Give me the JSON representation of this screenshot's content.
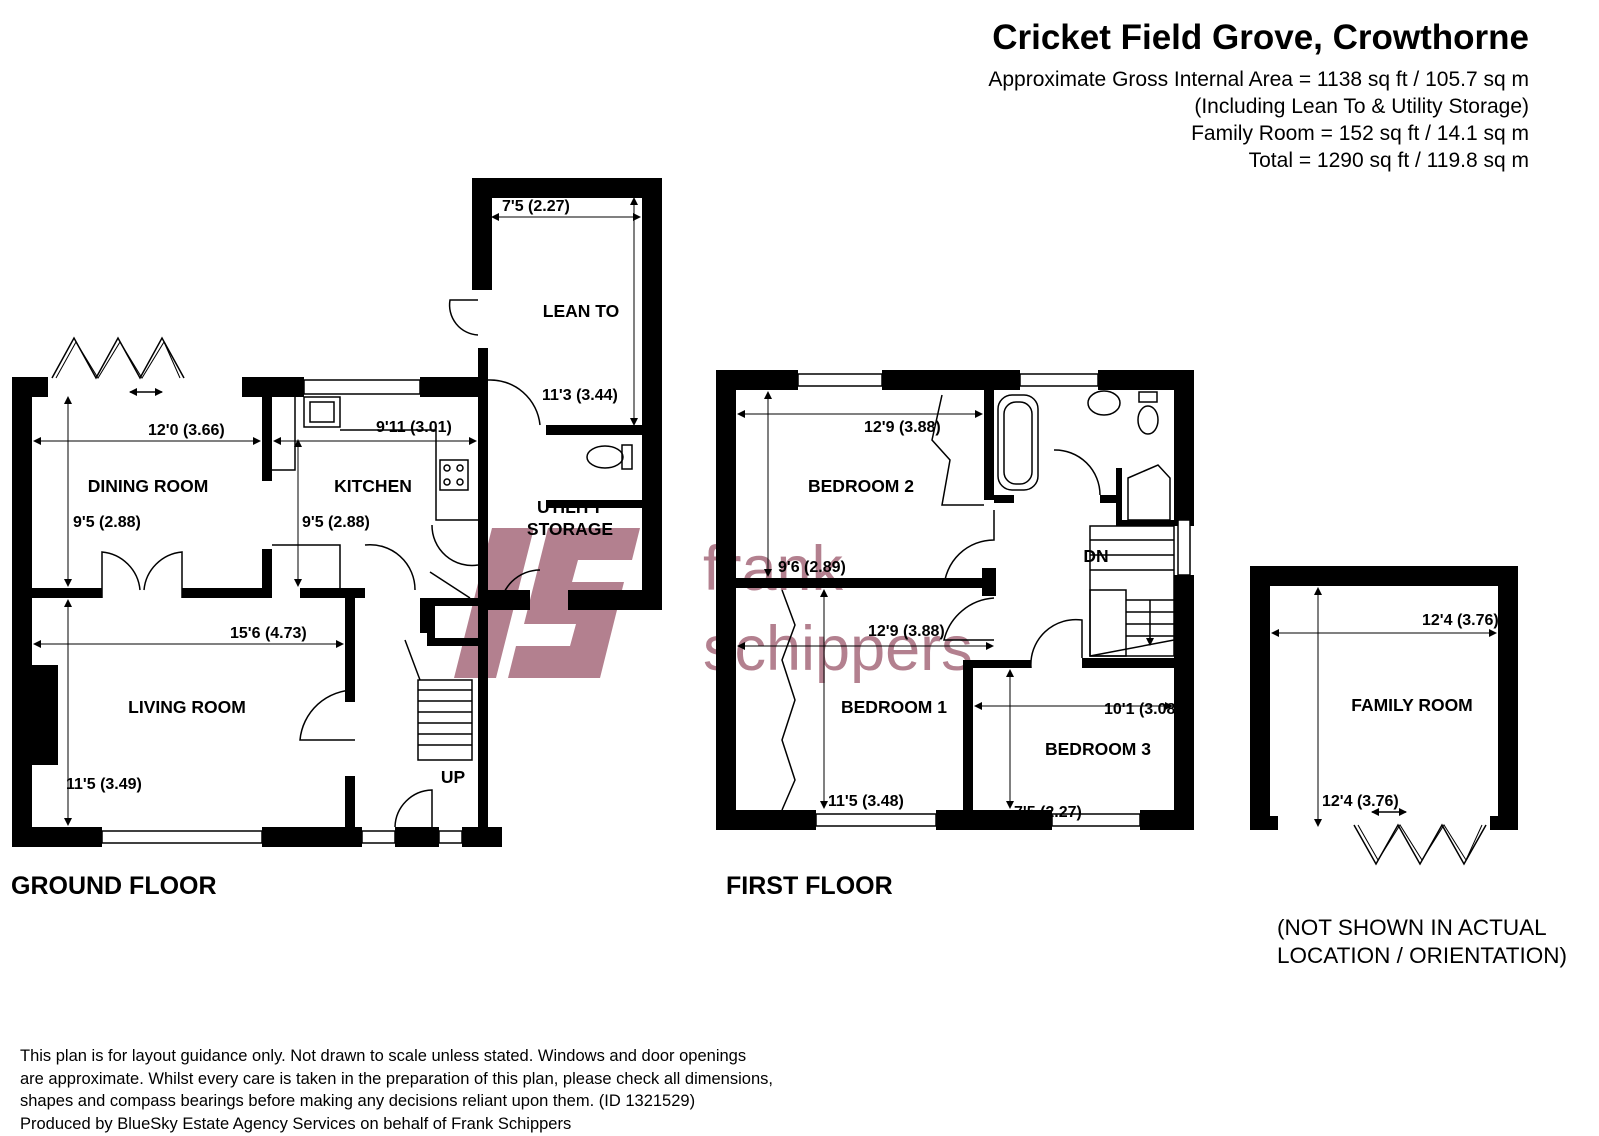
{
  "header": {
    "title": "Cricket Field Grove, Crowthorne",
    "area_lines": [
      "Approximate Gross Internal Area = 1138 sq ft / 105.7 sq m",
      "(Including Lean To & Utility Storage)",
      "Family Room = 152 sq ft / 14.1 sq m",
      "Total = 1290 sq ft / 119.8 sq m"
    ]
  },
  "floors": {
    "ground": "GROUND FLOOR",
    "first": "FIRST FLOOR"
  },
  "rooms": {
    "dining_room": "DINING ROOM",
    "kitchen": "KITCHEN",
    "lean_to": "LEAN TO",
    "utility_line1": "UTILITY",
    "utility_line2": "STORAGE",
    "living_room": "LIVING ROOM",
    "bedroom_2": "BEDROOM 2",
    "bedroom_1": "BEDROOM 1",
    "bedroom_3": "BEDROOM 3",
    "family_room": "FAMILY ROOM",
    "stairs_up": "UP",
    "stairs_down": "DN"
  },
  "dimensions": {
    "lean_to_width": "7'5 (2.27)",
    "lean_to_length": "11'3 (3.44)",
    "dining_width": "12'0 (3.66)",
    "dining_length": "9'5 (2.88)",
    "kitchen_width": "9'11 (3.01)",
    "kitchen_length": "9'5 (2.88)",
    "living_width": "15'6 (4.73)",
    "living_length": "11'5 (3.49)",
    "bed2_width": "12'9 (3.88)",
    "bed2_length": "9'6 (2.89)",
    "bed1_width": "12'9 (3.88)",
    "bed1_length": "11'5 (3.48)",
    "bed3_width": "10'1 (3.08)",
    "bed3_length": "7'5 (2.27)",
    "family_width": "12'4 (3.76)",
    "family_length": "12'4 (3.76)"
  },
  "watermark": {
    "line1": "frank",
    "line2": "schippers",
    "color": "#b3808f"
  },
  "note": {
    "line1": "(NOT SHOWN IN ACTUAL",
    "line2": "LOCATION / ORIENTATION)"
  },
  "disclaimer": [
    "This plan is for layout guidance only. Not drawn to scale unless stated. Windows and door openings",
    "are approximate. Whilst every care is taken in the preparation of this plan, please check all dimensions,",
    "shapes and compass bearings before making any decisions reliant upon them. (ID 1321529)",
    "Produced by BlueSky Estate Agency Services on behalf of Frank Schippers"
  ]
}
